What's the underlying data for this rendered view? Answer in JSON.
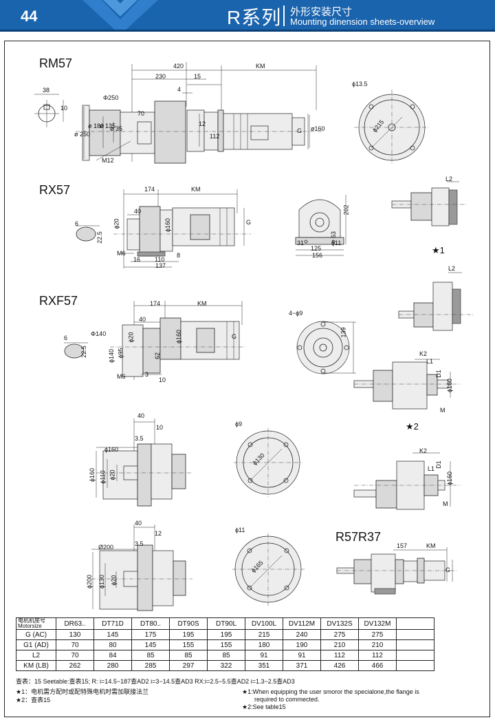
{
  "header": {
    "page_number": "44",
    "series": "R系列",
    "title_cn": "外形安装尺寸",
    "title_en": "Mounting dinension sheets-overview"
  },
  "sections": {
    "rm57": {
      "label": "RM57"
    },
    "rx57": {
      "label": "RX57"
    },
    "rxf57": {
      "label": "RXF57"
    },
    "r57r37": {
      "label": "R57R37"
    }
  },
  "dims": {
    "rm57": {
      "d420": "420",
      "km": "KM",
      "d230": "230",
      "d15": "15",
      "d4": "4",
      "d38": "38",
      "d10": "10",
      "phi250": "Φ250",
      "d70": "70",
      "d12": "12",
      "d112": "112",
      "g": "G",
      "v250": "ø 250",
      "v180": "ø 180",
      "v135": "ø 135",
      "v35": "ø 35",
      "v160": "ø160",
      "m12": "M12",
      "phi135": "ϕ13.5",
      "v215": "ϕ215"
    },
    "rx57": {
      "d174": "174",
      "km": "KM",
      "d40": "40",
      "d6": "6",
      "v22": "22.5",
      "v20": "ϕ20",
      "v160": "ϕ160",
      "g": "G",
      "v8": "8",
      "m6": "M6",
      "d16": "16",
      "d110": "110",
      "d137": "137",
      "v202": "202",
      "v63": "63",
      "d31": "31",
      "d125": "125",
      "d156": "156",
      "phi11": "ϕ11",
      "l2": "L2"
    },
    "rxf57": {
      "d174": "174",
      "km": "KM",
      "d40": "40",
      "phi140": "Φ140",
      "v140": "ϕ140",
      "v95": "ϕ95",
      "v20": "ϕ20",
      "v160": "ϕ160",
      "g": "G",
      "d6": "6",
      "v22": "22.5",
      "v62": "62",
      "m6": "M6",
      "d3": "3",
      "d10": "10",
      "holes": "4−ϕ9",
      "v139": "139",
      "l2": "L2",
      "k2": "K2",
      "l1": "L1",
      "d1": "D1",
      "v160b": "ϕ160",
      "m": "M"
    },
    "flange160": {
      "d40": "40",
      "d10": "10",
      "d35": "3.5",
      "phi160": "ϕ160",
      "v160": "ϕ160",
      "v110": "ϕ110",
      "v20": "ϕ20",
      "phi9": "ϕ9",
      "v130": "ϕ130"
    },
    "flange200": {
      "d40": "40",
      "d12": "12",
      "d35": "3.5",
      "phi200": "Ø200",
      "v200": "ϕ200",
      "v130": "ϕ130",
      "v20": "ϕ20",
      "phi11": "ϕ11",
      "v165": "ϕ165"
    },
    "r57r37": {
      "d157": "157",
      "km": "KM",
      "g": "G"
    },
    "side2": {
      "k2": "K2",
      "l1": "L1",
      "d1": "D1",
      "v160": "ϕ160",
      "m": "M"
    }
  },
  "stars": {
    "s1": "★1",
    "s2": "★2"
  },
  "table": {
    "header_cn": "电机机座号",
    "header_en": "Motorsize",
    "columns": [
      "DR63..",
      "DT71D",
      "DT80..",
      "DT90S",
      "DT90L",
      "DV100L",
      "DV112M",
      "DV132S",
      "DV132M"
    ],
    "rows": [
      {
        "label": "G  (AC)",
        "values": [
          "130",
          "145",
          "175",
          "195",
          "195",
          "215",
          "240",
          "275",
          "275"
        ]
      },
      {
        "label": "G1 (AD)",
        "values": [
          "70",
          "80",
          "145",
          "155",
          "155",
          "180",
          "190",
          "210",
          "210"
        ]
      },
      {
        "label": "L2",
        "values": [
          "70",
          "84",
          "85",
          "85",
          "85",
          "91",
          "91",
          "112",
          "112"
        ]
      },
      {
        "label": "KM (LB)",
        "values": [
          "262",
          "280",
          "285",
          "297",
          "322",
          "351",
          "371",
          "426",
          "466"
        ]
      }
    ]
  },
  "footnotes": {
    "line1": "查表：15  Seetable:查表15;  R: i=14.5−187查AD2   i=3−14.5查AD3   RX:i=2.5−5.5查AD2  i=1.3−2.5查AD3",
    "cn1": "★1：电机需方配时或配特殊电机时需加联接法兰",
    "cn2": "★2：查表15",
    "en1a": "★1:When equipping the user smoror the specialone,the flange is",
    "en1b": "required to commected.",
    "en2": "★2:See table15"
  },
  "colors": {
    "header_bg": "#1a63ad",
    "header_text": "#ffffff",
    "line": "#222222"
  }
}
